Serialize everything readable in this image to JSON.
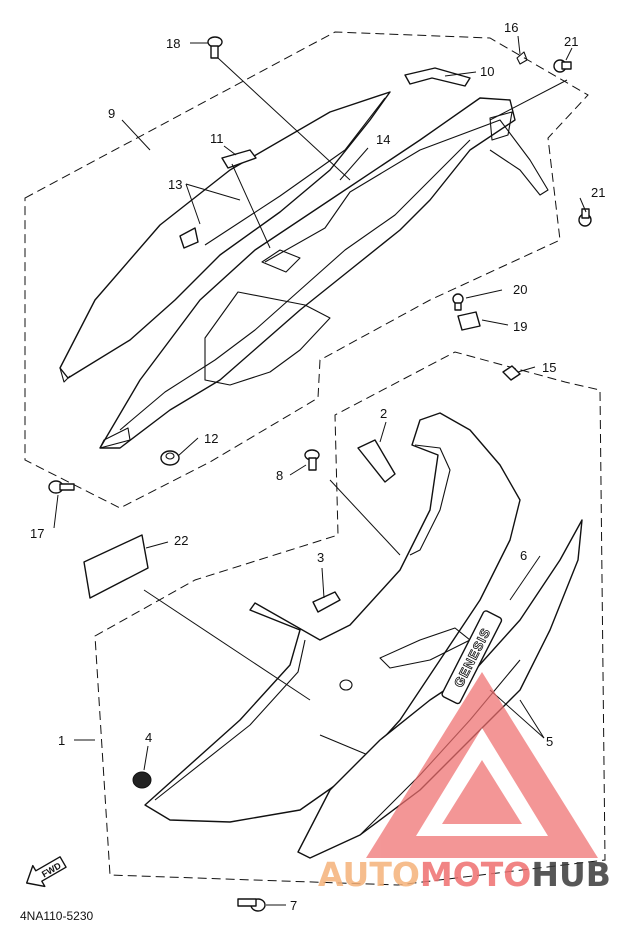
{
  "diagram": {
    "part_code": "4NA110-5230",
    "fwd_label": "FWD",
    "badge_text": "GENESIS",
    "callouts": [
      "1",
      "2",
      "3",
      "4",
      "5",
      "6",
      "7",
      "8",
      "9",
      "10",
      "11",
      "12",
      "13",
      "14",
      "15",
      "16",
      "17",
      "18",
      "19",
      "20",
      "21",
      "22"
    ]
  },
  "watermark": {
    "word_part1": "AUTO",
    "word_part2": "MOTO",
    "word_part3": "HUB",
    "color_orange": "#f5b27a",
    "color_red": "#ef6f6f",
    "color_dark": "#3a3a3a"
  }
}
